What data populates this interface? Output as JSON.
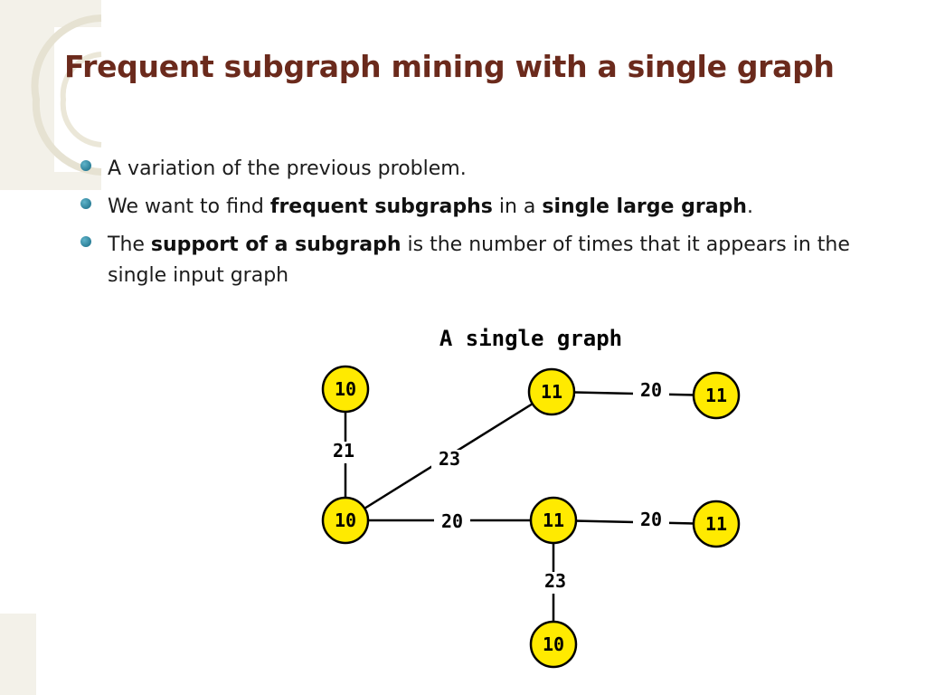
{
  "title": "Frequent subgraph mining with a single graph",
  "bullets": [
    {
      "parts": [
        {
          "text": "A variation of the previous problem.",
          "bold": false
        }
      ]
    },
    {
      "parts": [
        {
          "text": "We want to find ",
          "bold": false
        },
        {
          "text": "frequent subgraphs",
          "bold": true
        },
        {
          "text": " in a ",
          "bold": false
        },
        {
          "text": "single large graph",
          "bold": true
        },
        {
          "text": ".",
          "bold": false
        }
      ]
    },
    {
      "parts": [
        {
          "text": "The ",
          "bold": false
        },
        {
          "text": "support of a subgraph",
          "bold": true
        },
        {
          "text": " is the number of times that it appears in the single input graph",
          "bold": false
        }
      ]
    }
  ],
  "graph": {
    "title": "A single graph",
    "node_fill": "#ffea00",
    "node_stroke": "#000000",
    "nodes": [
      {
        "id": "n1",
        "label": "10"
      },
      {
        "id": "n2",
        "label": "10"
      },
      {
        "id": "n3",
        "label": "11"
      },
      {
        "id": "n4",
        "label": "11"
      },
      {
        "id": "n5",
        "label": "11"
      },
      {
        "id": "n6",
        "label": "11"
      },
      {
        "id": "n7",
        "label": "10"
      }
    ],
    "edges": [
      {
        "from": "n1",
        "to": "n2",
        "label": "21"
      },
      {
        "from": "n2",
        "to": "n3",
        "label": "23"
      },
      {
        "from": "n3",
        "to": "n4",
        "label": "20"
      },
      {
        "from": "n2",
        "to": "n5",
        "label": "20"
      },
      {
        "from": "n5",
        "to": "n6",
        "label": "20"
      },
      {
        "from": "n5",
        "to": "n7",
        "label": "23"
      }
    ]
  }
}
